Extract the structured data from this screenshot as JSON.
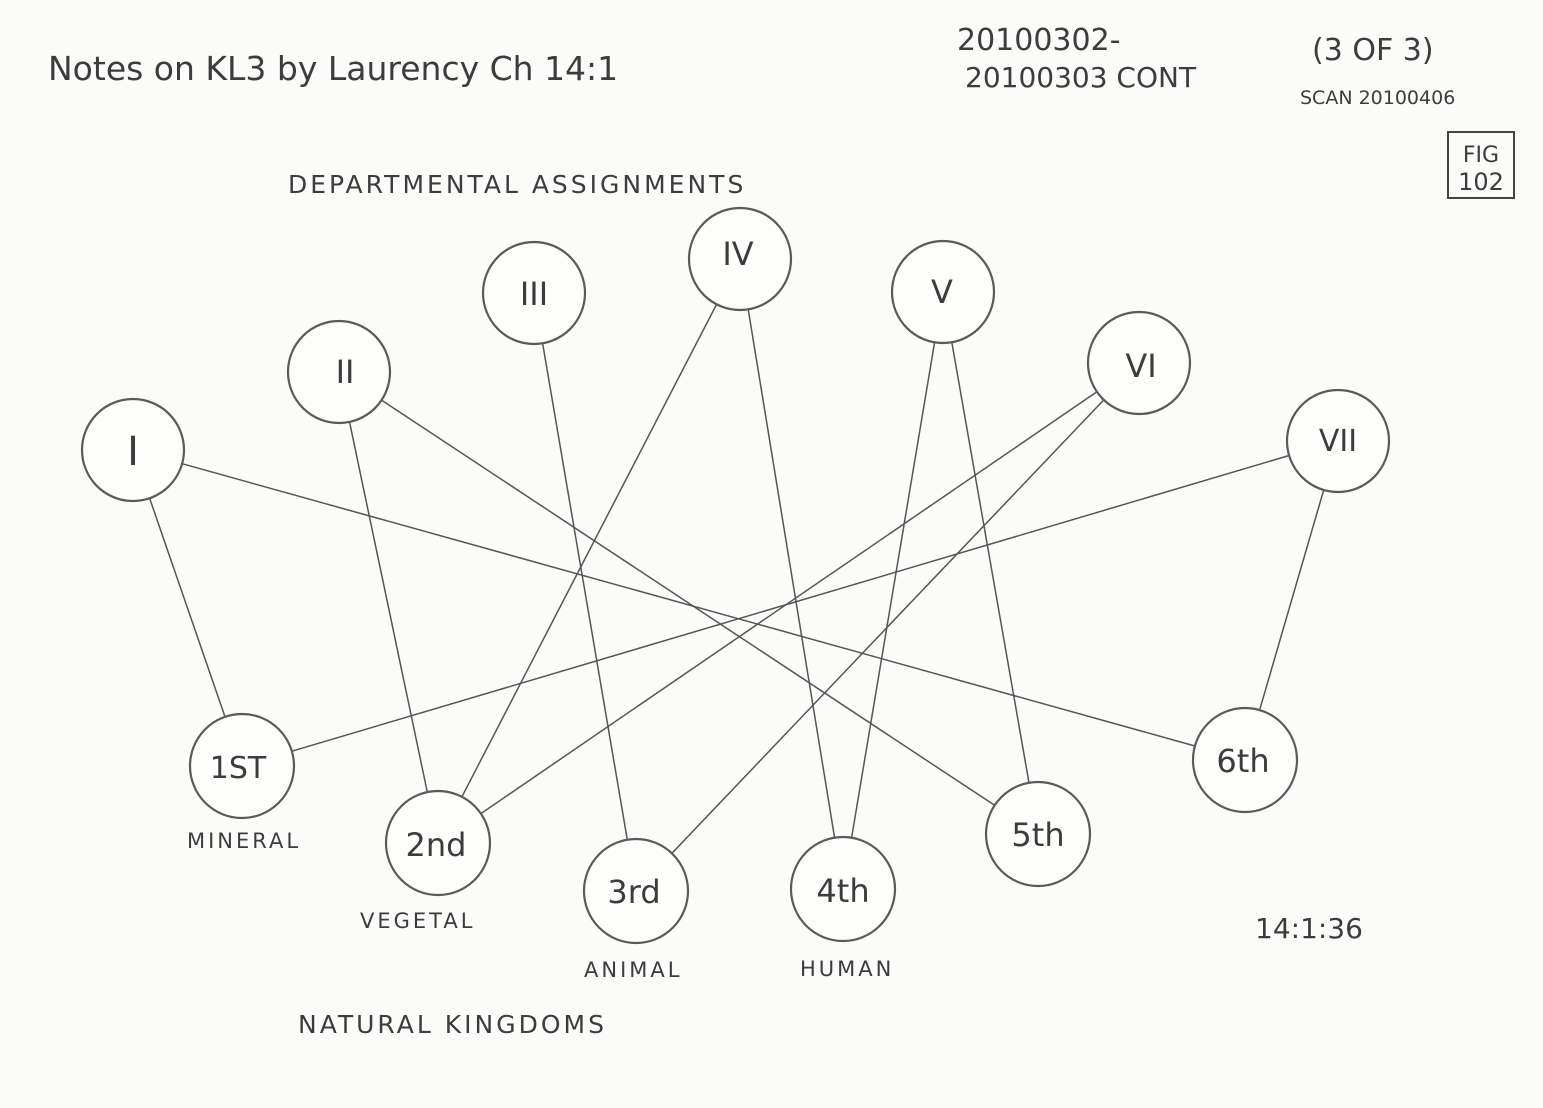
{
  "header": {
    "title": "Notes on KL3 by Laurency Ch 14:1",
    "date_line1": "20100302-",
    "date_line2": "20100303 CONT",
    "page_of": "(3 OF 3)",
    "scan": "SCAN 20100406",
    "fig_line1": "FIG",
    "fig_line2": "102"
  },
  "diagram": {
    "top_label": "DEPARTMENTAL ASSIGNMENTS",
    "bottom_label": "NATURAL KINGDOMS",
    "reference": "14:1:36",
    "departments": [
      {
        "id": "d1",
        "label": "I"
      },
      {
        "id": "d2",
        "label": "II"
      },
      {
        "id": "d3",
        "label": "III"
      },
      {
        "id": "d4",
        "label": "IV"
      },
      {
        "id": "d5",
        "label": "V"
      },
      {
        "id": "d6",
        "label": "VI"
      },
      {
        "id": "d7",
        "label": "VII"
      }
    ],
    "kingdoms": [
      {
        "id": "k1",
        "label": "1ST",
        "name": "MINERAL"
      },
      {
        "id": "k2",
        "label": "2nd",
        "name": "VEGETAL"
      },
      {
        "id": "k3",
        "label": "3rd",
        "name": "ANIMAL"
      },
      {
        "id": "k4",
        "label": "4th",
        "name": "HUMAN"
      },
      {
        "id": "k5",
        "label": "5th",
        "name": ""
      },
      {
        "id": "k6",
        "label": "6th",
        "name": ""
      }
    ],
    "connections": [
      [
        "d1",
        "k1"
      ],
      [
        "d1",
        "k6"
      ],
      [
        "d2",
        "k2"
      ],
      [
        "d2",
        "k5"
      ],
      [
        "d3",
        "k3"
      ],
      [
        "d4",
        "k2"
      ],
      [
        "d4",
        "k4"
      ],
      [
        "d5",
        "k4"
      ],
      [
        "d5",
        "k5"
      ],
      [
        "d6",
        "k2"
      ],
      [
        "d6",
        "k3"
      ],
      [
        "d7",
        "k1"
      ],
      [
        "d7",
        "k6"
      ]
    ]
  }
}
